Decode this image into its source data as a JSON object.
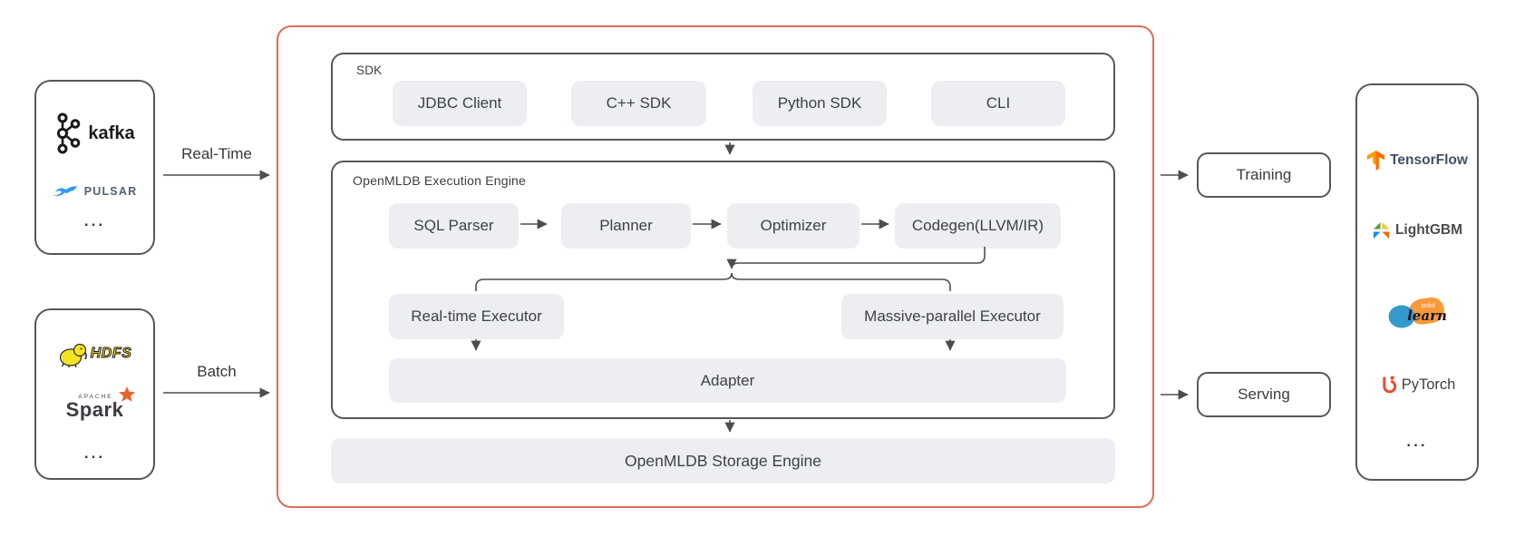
{
  "colors": {
    "accent_border": "#E06D55",
    "box_border": "#56575A",
    "pill_background": "#ECEEF1",
    "text": "#3C4043",
    "arrow": "#515255",
    "kafka_black": "#1B1B1B",
    "pulsar_blue": "#2F9BF4",
    "hdfs_yellow": "#F2D41C",
    "spark_orange": "#E25A1C",
    "tensorflow_orange": "#FF8F00",
    "lightgbm_green": "#5A9E32",
    "lightgbm_blue": "#1E88E5",
    "sklearn_blue": "#3499CD",
    "sklearn_orange": "#F89939",
    "pytorch_orange": "#EE4C2C"
  },
  "left_sources": {
    "streaming": {
      "kafka_label": "kafka",
      "pulsar_label": "PULSAR",
      "more": "..."
    },
    "batch": {
      "hdfs_label": "HDFS",
      "spark_sub": "APACHE",
      "spark_label": "Spark",
      "more": "..."
    }
  },
  "flow_labels": {
    "real_time": "Real-Time",
    "batch": "Batch"
  },
  "core": {
    "sdk": {
      "title": "SDK",
      "pills": [
        "JDBC Client",
        "C++ SDK",
        "Python SDK",
        "CLI"
      ]
    },
    "engine": {
      "title": "OpenMLDB Execution Engine",
      "pipeline": [
        "SQL Parser",
        "Planner",
        "Optimizer",
        "Codegen(LLVM/IR)"
      ],
      "executors": [
        "Real-time Executor",
        "Massive-parallel Executor"
      ],
      "adapter": "Adapter"
    },
    "storage": {
      "label": "OpenMLDB Storage Engine"
    }
  },
  "outputs": {
    "training": "Training",
    "serving": "Serving"
  },
  "frameworks": {
    "tensorflow": "TensorFlow",
    "lightgbm": "LightGBM",
    "scikit_top": "scikit",
    "scikit_main": "learn",
    "pytorch": "PyTorch",
    "more": "..."
  }
}
